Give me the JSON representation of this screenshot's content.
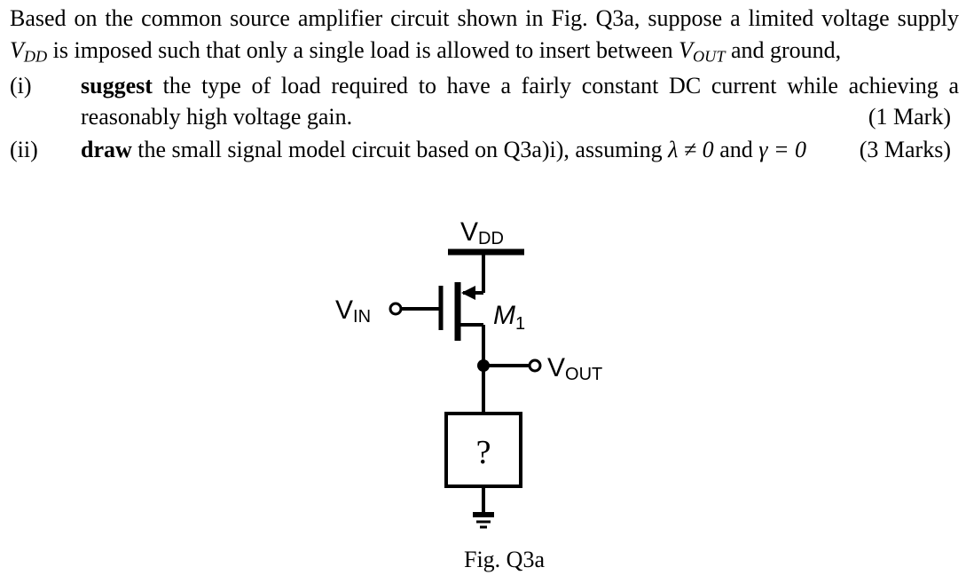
{
  "question": {
    "line1": "Based on the common source amplifier circuit shown in Fig. Q3a, suppose a limited voltage supply",
    "line2_var": "V",
    "line2_sub": "DD",
    "line2_mid": " is imposed such that only a single load is allowed to insert between ",
    "line2_var2": "V",
    "line2_sub2": "OUT",
    "line2_end": " and ground,",
    "items": [
      {
        "number": "(i)",
        "bold": "suggest",
        "text": " the type of load required to have a fairly constant DC current while achieving a",
        "text2": "reasonably high voltage gain.",
        "marks": "(1 Mark)"
      },
      {
        "number": "(ii)",
        "bold": "draw",
        "text": " the small signal model circuit based on Q3a)i), assuming ",
        "lambda": "λ ≠ 0",
        "and": " and ",
        "gamma": "γ = 0",
        "marks": "(3 Marks)"
      }
    ]
  },
  "circuit": {
    "vdd_label": "V",
    "vdd_sub": "DD",
    "vin_label": "V",
    "vin_sub": "IN",
    "transistor_label": "M",
    "transistor_sub": "1",
    "vout_label": "V",
    "vout_sub": "OUT",
    "load_label": "?"
  },
  "caption": "Fig. Q3a"
}
